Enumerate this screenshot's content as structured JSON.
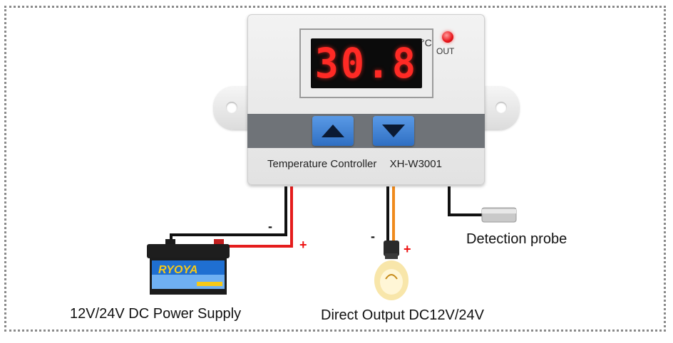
{
  "controller": {
    "display_value": "30.8",
    "unit": "°C",
    "out_label": "OUT",
    "name": "Temperature Controller",
    "model": "XH-W3001"
  },
  "signs": {
    "power_minus": "-",
    "power_plus": "+",
    "output_minus": "-",
    "output_plus": "+"
  },
  "battery": {
    "brand": "RYOYA"
  },
  "labels": {
    "power_supply": "12V/24V DC Power Supply",
    "direct_output": "Direct Output DC12V/24V",
    "probe": "Detection probe"
  },
  "colors": {
    "wire_black": "#111111",
    "wire_red": "#e51c1c",
    "wire_orange": "#f08a1c",
    "display_red": "#ff2a25",
    "button_blue": "#3d7fd3",
    "battery_blue": "#1f6fd1"
  }
}
